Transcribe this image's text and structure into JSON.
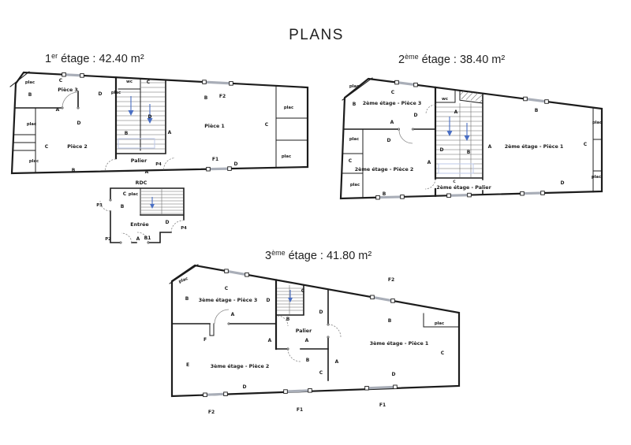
{
  "page": {
    "title": "PLANS"
  },
  "colors": {
    "wall": "#1c1c1c",
    "stair_arrow": "#4a6fc4",
    "window_bar": "#a9aeb8"
  },
  "floor1": {
    "title": {
      "num": "1",
      "sup": "er",
      "rest": " étage : 42.40 m²"
    },
    "rooms": {
      "piece1": "Pièce 1",
      "piece2": "Pièce 2",
      "piece3": "Pièce 3",
      "palier": "Palier",
      "wc": "wc"
    },
    "closet": "plac",
    "window_labels": {
      "f1": "F1",
      "f2": "F2"
    },
    "door_label": "P4",
    "letters": [
      "C",
      "B",
      "D",
      "C",
      "A",
      "D",
      "C",
      "B",
      "B",
      "D",
      "A",
      "B",
      "C",
      "A",
      "D"
    ]
  },
  "rdc": {
    "title": "RDC",
    "entrance": "Entrée",
    "closet": "plac",
    "doors": {
      "p2": "P2",
      "p3": "P3",
      "p4": "P4"
    },
    "letters": [
      "C",
      "B",
      "D",
      "A",
      "B1"
    ]
  },
  "floor2": {
    "title": {
      "num": "2",
      "sup": "ème",
      "rest": " étage : 38.40 m²"
    },
    "rooms": {
      "piece1": "2ème étage - Pièce 1",
      "piece2": "2ème étage - Pièce 2",
      "piece3": "2ème étage - Pièce 3",
      "palier": "2ème étage - Palier",
      "wc": "wc"
    },
    "closet": "plac",
    "letters": [
      "C",
      "B",
      "D",
      "A",
      "A",
      "D",
      "C",
      "A",
      "B",
      "D",
      "B",
      "A",
      "C",
      "B",
      "D",
      "C"
    ]
  },
  "floor3": {
    "title": {
      "num": "3",
      "sup": "ème",
      "rest": " étage :  41.80 m²"
    },
    "rooms": {
      "piece1": "3ème étage - Pièce 1",
      "piece2": "3ème étage - Pièce 2",
      "piece3": "3ème étage - Pièce 3",
      "palier": "Palier"
    },
    "closet": "plac",
    "window_labels": {
      "f1": "F1",
      "f2": "F2"
    },
    "letters": [
      "C",
      "B",
      "D",
      "C",
      "A",
      "D",
      "B",
      "A",
      "A",
      "F",
      "B",
      "A",
      "C",
      "E",
      "D",
      "B",
      "C",
      "D"
    ]
  }
}
